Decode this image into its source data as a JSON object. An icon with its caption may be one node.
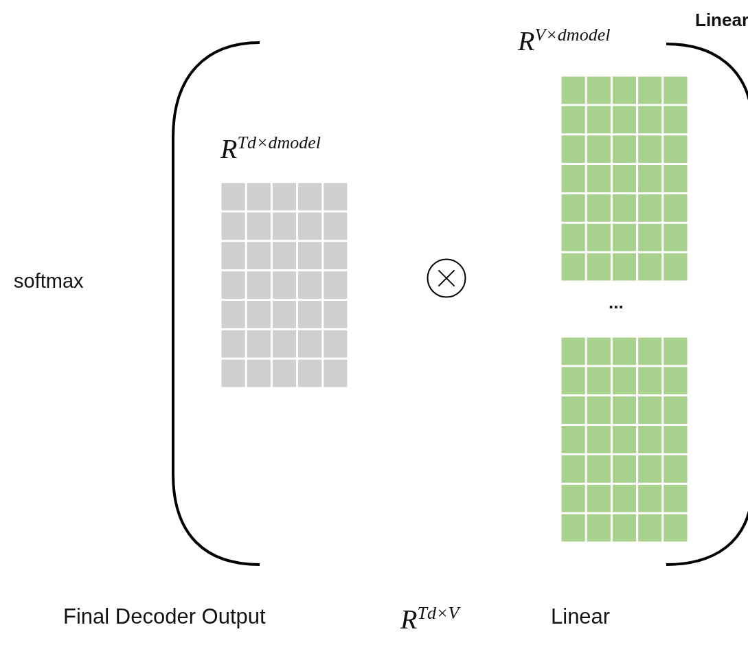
{
  "diagram": {
    "nodes": [
      {
        "text": [
          "R$^{Td×dmodel}$"
        ]
      },
      {
        "text": [],
        "shape": "circle"
      },
      {
        "text": [
          "R$^{V×dmodel}$"
        ],
        "beside": [
          "Linear"
        ]
      }
    ],
    "edges": [],
    "labels": [
      "Linear",
      "softmax",
      "...",
      "Final Decoder Output",
      "R$^{Td×V}$"
    ]
  }
}
